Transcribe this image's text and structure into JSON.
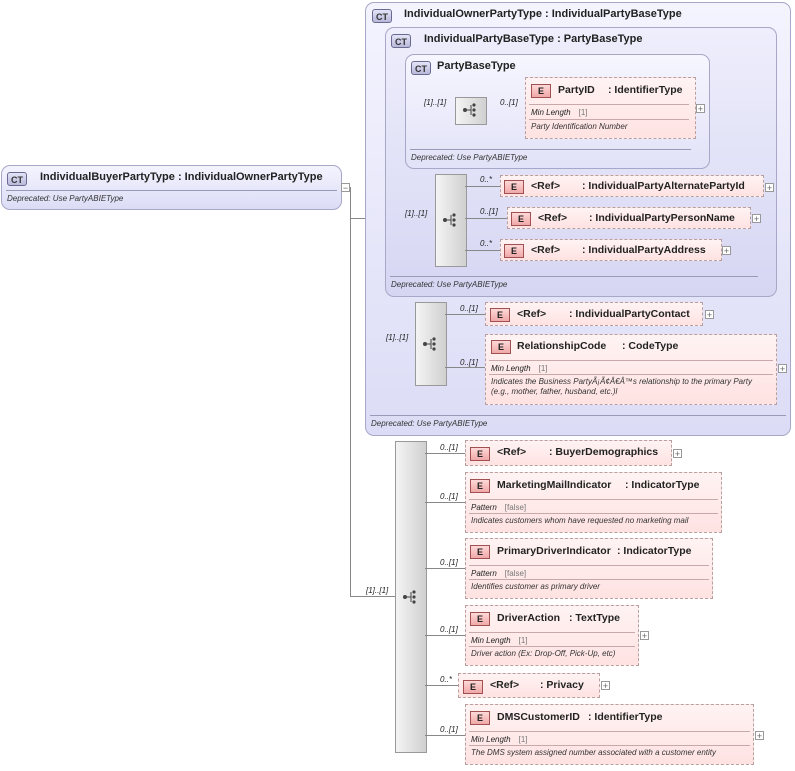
{
  "root": {
    "badge": "CT",
    "title": "IndividualBuyerPartyType : IndividualOwnerPartyType",
    "note": "Deprecated: Use PartyABIEType",
    "collapse": "−"
  },
  "owner": {
    "badge": "CT",
    "title": "IndividualOwnerPartyType : IndividualPartyBaseType",
    "note": "Deprecated: Use PartyABIEType",
    "seq_card": "[1]..[1]"
  },
  "base": {
    "badge": "CT",
    "title": "IndividualPartyBaseType : PartyBaseType",
    "note": "Deprecated: Use PartyABIEType",
    "seq_card": "[1]..[1]"
  },
  "partybase": {
    "badge": "CT",
    "title": "PartyBaseType",
    "note": "Deprecated: Use PartyABIEType",
    "seq_card": "[1]..[1]"
  },
  "buyer_seq_card": "[1]..[1]",
  "elements": {
    "party_id": {
      "badge": "E",
      "card": "0..[1]",
      "name": "PartyID",
      "type": ": IdentifierType",
      "facet": "Min Length",
      "facet_value": "[1]",
      "doc": "Party Identification Number"
    },
    "alt_party_id": {
      "badge": "E",
      "card": "0..*",
      "ref": "<Ref>",
      "name": ": IndividualPartyAlternatePartyId"
    },
    "person_name": {
      "badge": "E",
      "card": "0..[1]",
      "ref": "<Ref>",
      "name": ": IndividualPartyPersonName"
    },
    "address": {
      "badge": "E",
      "card": "0..*",
      "ref": "<Ref>",
      "name": ": IndividualPartyAddress"
    },
    "contact": {
      "badge": "E",
      "card": "0..[1]",
      "ref": "<Ref>",
      "name": ": IndividualPartyContact"
    },
    "relationship": {
      "badge": "E",
      "card": "0..[1]",
      "name": "RelationshipCode",
      "type": ": CodeType",
      "facet": "Min Length",
      "facet_value": "[1]",
      "doc1": "Indicates the Business PartyÃ¡Ã¢Â€Â™s relationship to the primary Party",
      "doc2": "(e.g., mother, father, husband, etc.)l"
    },
    "demographics": {
      "badge": "E",
      "card": "0..[1]",
      "ref": "<Ref>",
      "name": ": BuyerDemographics"
    },
    "marketing": {
      "badge": "E",
      "card": "0..[1]",
      "name": "MarketingMailIndicator",
      "type": ": IndicatorType",
      "facet": "Pattern",
      "facet_value": "[false]",
      "doc": "Indicates customers whom have requested no marketing mail"
    },
    "primary_driver": {
      "badge": "E",
      "card": "0..[1]",
      "name": "PrimaryDriverIndicator",
      "type": ": IndicatorType",
      "facet": "Pattern",
      "facet_value": "[false]",
      "doc": "Identifies customer as primary driver"
    },
    "driver_action": {
      "badge": "E",
      "card": "0..[1]",
      "name": "DriverAction",
      "type": ": TextType",
      "facet": "Min Length",
      "facet_value": "[1]",
      "doc": "Driver action (Ex: Drop-Off, Pick-Up, etc)"
    },
    "privacy": {
      "badge": "E",
      "card": "0..*",
      "ref": "<Ref>",
      "name": ": Privacy"
    },
    "dms_customer": {
      "badge": "E",
      "card": "0..[1]",
      "name": "DMSCustomerID",
      "type": ": IdentifierType",
      "facet": "Min Length",
      "facet_value": "[1]",
      "doc": "The DMS system assigned number associated with a customer entity"
    }
  },
  "expand_symbol": "+"
}
